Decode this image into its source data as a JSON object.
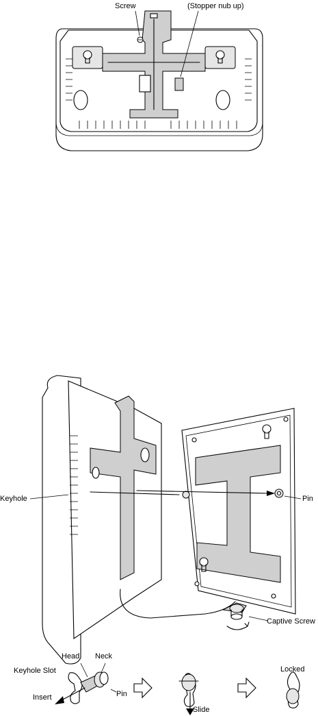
{
  "top_figure": {
    "labels": {
      "screw": "Screw",
      "stopper": "(Stopper nub up)"
    }
  },
  "middle_figure": {
    "labels": {
      "keyhole": "Keyhole",
      "pin": "Pin",
      "captive_screw": "Captive Screw"
    }
  },
  "bottom_figure": {
    "labels": {
      "head": "Head",
      "neck": "Neck",
      "keyhole_slot": "Keyhole Slot",
      "pin": "Pin",
      "insert": "Insert",
      "slide": "Slide",
      "locked": "Locked"
    }
  }
}
